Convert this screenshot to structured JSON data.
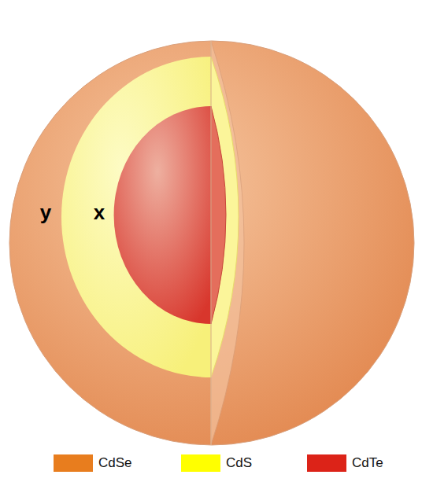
{
  "diagram": {
    "labels": [
      "y",
      "x"
    ],
    "legend": [
      {
        "text": "CdSe",
        "color": "#e87d1e"
      },
      {
        "text": "CdS",
        "color": "#ffff00"
      },
      {
        "text": "CdTe",
        "color": "#dc2318"
      }
    ]
  }
}
